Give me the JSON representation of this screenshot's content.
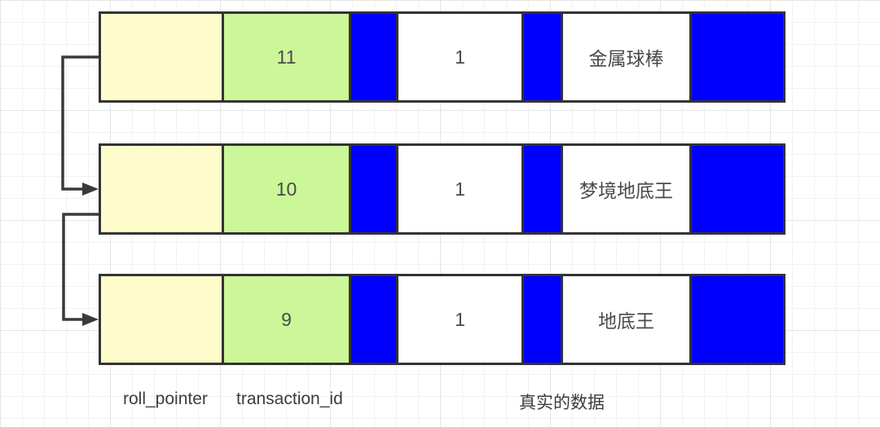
{
  "diagram": {
    "rows": [
      {
        "transaction_id": "11",
        "record_id": "1",
        "data": "金属球棒"
      },
      {
        "transaction_id": "10",
        "record_id": "1",
        "data": "梦境地底王"
      },
      {
        "transaction_id": "9",
        "record_id": "1",
        "data": "地底王"
      }
    ],
    "labels": {
      "roll_pointer": "roll_pointer",
      "transaction_id": "transaction_id",
      "real_data": "真实的数据"
    },
    "colors": {
      "roll_pointer_cell": "#FFFCCB",
      "transaction_id_cell": "#CBF799",
      "hidden_cell": "#0000FF",
      "data_cell": "#FFFFFF",
      "border": "#333333",
      "arrow": "#3a3a3a",
      "grid_minor": "#F1F1F1",
      "grid_major": "#E5E5E5"
    }
  }
}
